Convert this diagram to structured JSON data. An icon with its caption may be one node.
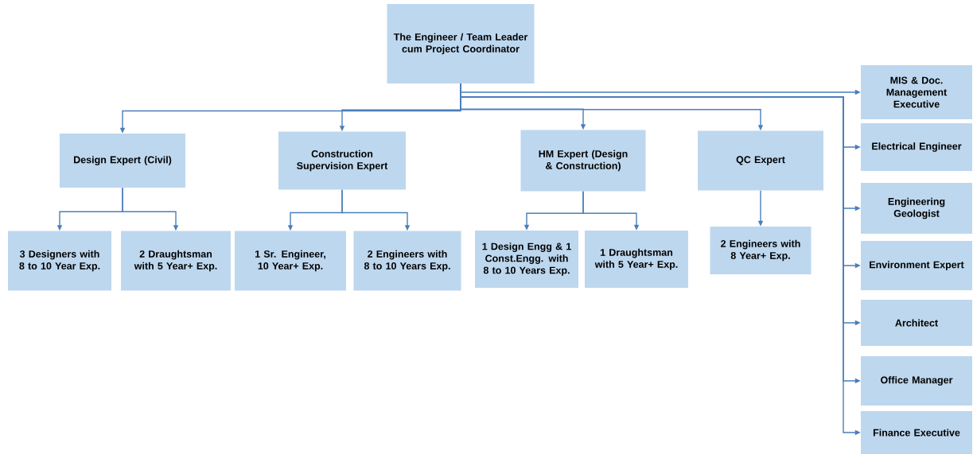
{
  "diagram": {
    "nodes": [
      {
        "text": [
          "The Engineer / Team Leader cum Project Coordinator"
        ]
      },
      {
        "text": [
          "Design Expert (Civil)"
        ]
      },
      {
        "text": [
          "Construction Supervision Expert"
        ]
      },
      {
        "text": [
          "HM Expert (Design & Construction)"
        ]
      },
      {
        "text": [
          "QC Expert"
        ]
      },
      {
        "text": [
          "3 Designers with 8 to 10 Year Exp."
        ]
      },
      {
        "text": [
          "2 Draughtsman with 5 Year+ Exp."
        ]
      },
      {
        "text": [
          "1 Sr. Engineer, 10 Year+ Exp."
        ]
      },
      {
        "text": [
          "2 Engineers with 8 to 10 Years Exp."
        ]
      },
      {
        "text": [
          "1 Design Engg & 1 Const.Engg. with 8 to 10 Years Exp."
        ]
      },
      {
        "text": [
          "1 Draughtsman with 5 Year+ Exp."
        ]
      },
      {
        "text": [
          "2 Engineers with 8 Year+ Exp."
        ]
      },
      {
        "text": [
          "MIS & Doc. Management Executive"
        ]
      },
      {
        "text": [
          "Electrical Engineer"
        ]
      },
      {
        "text": [
          "Engineering Geologist"
        ]
      },
      {
        "text": [
          "Environment Expert"
        ]
      },
      {
        "text": [
          "Architect"
        ]
      },
      {
        "text": [
          "Office Manager"
        ]
      },
      {
        "text": [
          "Finance Executive"
        ]
      }
    ],
    "edges": [
      {
        "from": 0,
        "to": 1,
        "arrow": "to"
      },
      {
        "from": 0,
        "to": 2,
        "arrow": "to"
      },
      {
        "from": 0,
        "to": 3,
        "arrow": "to"
      },
      {
        "from": 0,
        "to": 4,
        "arrow": "to"
      },
      {
        "from": 0,
        "to": 12,
        "arrow": "to"
      },
      {
        "from": 0,
        "to": 13,
        "arrow": "to"
      },
      {
        "from": 0,
        "to": 14,
        "arrow": "to"
      },
      {
        "from": 0,
        "to": 15,
        "arrow": "to"
      },
      {
        "from": 0,
        "to": 16,
        "arrow": "to"
      },
      {
        "from": 0,
        "to": 17,
        "arrow": "to"
      },
      {
        "from": 0,
        "to": 18,
        "arrow": "to"
      },
      {
        "from": 1,
        "to": 5,
        "arrow": "to"
      },
      {
        "from": 1,
        "to": 6,
        "arrow": "to"
      },
      {
        "from": 2,
        "to": 7,
        "arrow": "to"
      },
      {
        "from": 2,
        "to": 8,
        "arrow": "to"
      },
      {
        "from": 3,
        "to": 9,
        "arrow": "to"
      },
      {
        "from": 3,
        "to": 10,
        "arrow": "to"
      },
      {
        "from": 4,
        "to": 11,
        "arrow": "to"
      }
    ]
  }
}
